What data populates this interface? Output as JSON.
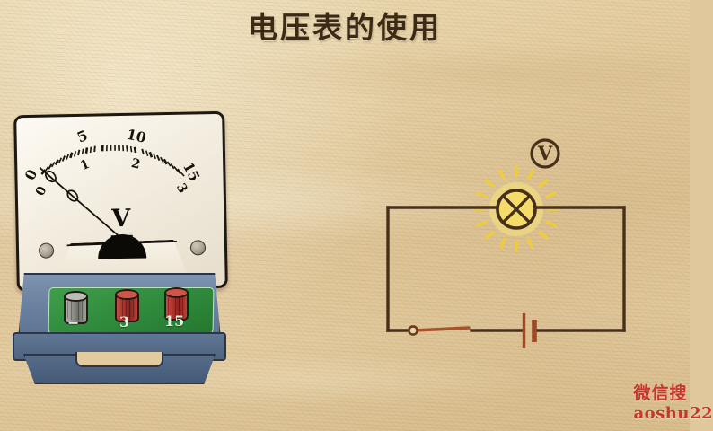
{
  "page": {
    "title": "电压表的使用",
    "background_color": "#e2cb9f"
  },
  "voltmeter": {
    "face_label": "V",
    "outer_scale_ticks": [
      "0",
      "5",
      "10",
      "15"
    ],
    "inner_scale_ticks": [
      "0",
      "1",
      "2",
      "3"
    ],
    "needle_reading": "0",
    "terminals": [
      {
        "name": "negative-terminal",
        "label": "−",
        "color": "#8d8d88"
      },
      {
        "name": "three-volt-terminal",
        "label": "3",
        "color": "#a8302a"
      },
      {
        "name": "fifteen-volt-terminal",
        "label": "15",
        "color": "#a8302a"
      }
    ],
    "panel_color": "#2f8a3c",
    "base_color": "#6a81a0"
  },
  "circuit": {
    "wire_color": "#46301a",
    "components": [
      {
        "name": "lamp",
        "symbol": "crossed-circle",
        "glow_color": "#f2d13c",
        "state": "lit"
      },
      {
        "name": "switch",
        "symbol": "open-switch",
        "state": "open"
      },
      {
        "name": "battery",
        "symbol": "battery-cell"
      },
      {
        "name": "voltmeter-symbol",
        "symbol": "V",
        "label": "V"
      }
    ]
  },
  "watermark": {
    "line1": "微信搜",
    "line2": "aoshu22",
    "color": "#c7352c"
  }
}
